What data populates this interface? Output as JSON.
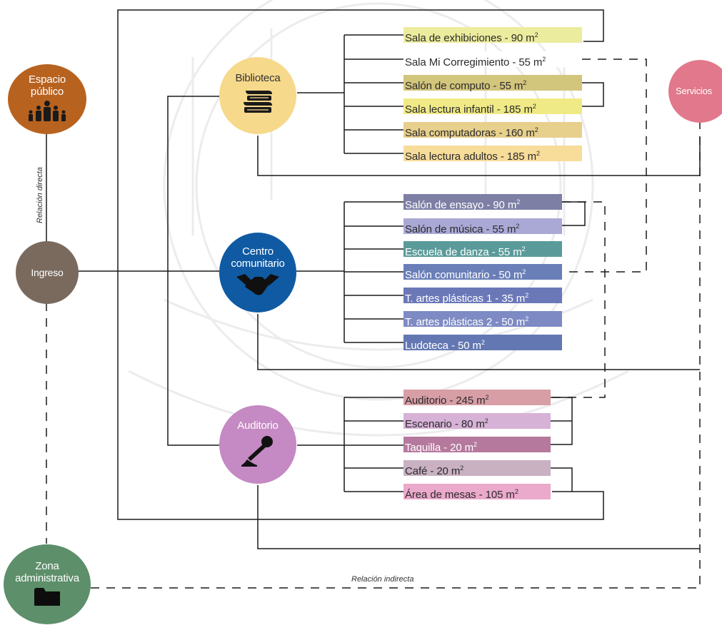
{
  "colors": {
    "line": "#1a1a1a",
    "watermark": "#ececee"
  },
  "nodes": {
    "espacio_publico": {
      "label": "Espacio\npúblico",
      "color": "#b8621f",
      "icon": "people-icon"
    },
    "ingreso": {
      "label": "Ingreso",
      "color": "#7a6a5e"
    },
    "zona_administrativa": {
      "label": "Zona\nadministrativa",
      "color": "#5d8f6a",
      "icon": "folder-icon"
    },
    "biblioteca": {
      "label": "Biblioteca",
      "color": "#f7d98c",
      "text_color": "#333333",
      "icon": "books-icon"
    },
    "centro_comunitario": {
      "label": "Centro\ncomunitario",
      "color": "#0f5aa3",
      "icon": "handshake-icon"
    },
    "auditorio": {
      "label": "Auditorio",
      "color": "#c589c3",
      "icon": "microphone-icon"
    },
    "servicios": {
      "label": "Servicios",
      "color": "#e2788b"
    }
  },
  "rooms": {
    "biblioteca": [
      {
        "name": "Sala de exhibiciones - 90 m",
        "sup": "2",
        "color": "#ecec9e"
      },
      {
        "name": "Sala Mi Corregimiento - 55 m",
        "sup": "2",
        "color": "#ffffff"
      },
      {
        "name": "Salón de computo - 55 m",
        "sup": "2",
        "color": "#d2c57c"
      },
      {
        "name": "Sala lectura infantil - 185 m",
        "sup": "2",
        "color": "#f0ea86"
      },
      {
        "name": "Sala computadoras - 160 m",
        "sup": "2",
        "color": "#e7cf8c"
      },
      {
        "name": "Sala lectura adultos - 185 m",
        "sup": "2",
        "color": "#f7dc9a"
      }
    ],
    "centro": [
      {
        "name": "Salón de ensayo - 90 m",
        "sup": "2",
        "color": "#7d7fa5"
      },
      {
        "name": "Salón de música - 55 m",
        "sup": "2",
        "color": "#aaa9d6"
      },
      {
        "name": "Escuela de danza - 55 m",
        "sup": "2",
        "color": "#5a9b9a"
      },
      {
        "name": "Salón comunitario - 50 m",
        "sup": "2",
        "color": "#6a7fb8"
      },
      {
        "name": "T. artes plásticas 1 - 35 m",
        "sup": "2",
        "color": "#6b78b8"
      },
      {
        "name": "T. artes plásticas 2 - 50 m",
        "sup": "2",
        "color": "#7e8ac3"
      },
      {
        "name": "Ludoteca - 50 m",
        "sup": "2",
        "color": "#6378b2"
      }
    ],
    "auditorio": [
      {
        "name": "Auditorio - 245 m",
        "sup": "2",
        "color": "#d79ea6"
      },
      {
        "name": "Escenario - 80 m",
        "sup": "2",
        "color": "#d7b2d7"
      },
      {
        "name": "Taquilla - 20 m",
        "sup": "2",
        "color": "#b5799d"
      },
      {
        "name": "Café - 20 m",
        "sup": "2",
        "color": "#c9b1c2"
      },
      {
        "name": "Área de mesas - 105 m",
        "sup": "2",
        "color": "#eba9cb"
      }
    ]
  },
  "labels": {
    "direct": "Relación directa",
    "indirect": "Relación indirecta"
  }
}
